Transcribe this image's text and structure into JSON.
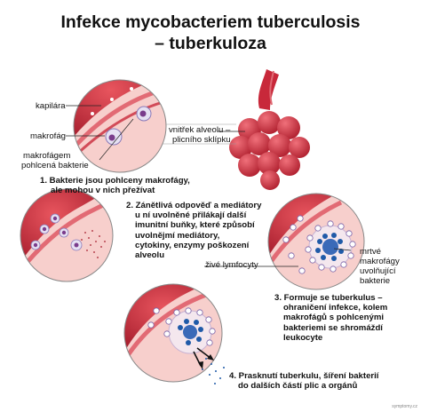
{
  "title": {
    "line1": "Infekce mycobacteriem tuberculosis",
    "line2": "– tuberkuloza"
  },
  "labels": {
    "kapilara": "kapilára",
    "makrofag": "makrofág",
    "makrofag_pohlceny_1": "makrofágem",
    "makrofag_pohlceny_2": "pohlcená bakterie",
    "vnitrek_alveolu_1": "vnitřek alveolu –",
    "vnitrek_alveolu_2": "plicního sklípku",
    "mrtve_1": "mrtvé",
    "mrtve_2": "makrofágy",
    "mrtve_3": "uvolňující",
    "mrtve_4": "bakterie",
    "zive_lymfocyty": "živé lymfocyty"
  },
  "steps": {
    "step1": [
      "1. Bakterie jsou pohlceny makrofágy,",
      "ale mohou v nich přežívat"
    ],
    "step2": [
      "2. Zánětlivá odpověď a mediátory",
      "u ní uvolněné přilákají další",
      "imunitní buňky, které způsobí",
      "uvolnějmí mediátory,",
      "cytokiny, enzymy poškození",
      "alveolu"
    ],
    "step3": [
      "3. Formuje se tuberkulus –",
      "ohraničení infekce, kolem",
      "makrofágů s pohlcenými",
      "bakteriemi se shromáždí",
      "leukocyte"
    ],
    "step4": [
      "4. Prasknutí tuberkulu, šíření bakterií",
      "do dalších částí plic a orgánů"
    ]
  },
  "watermark": "symptomy.cz",
  "colors": {
    "vessel": "#c8283a",
    "vessel_light": "#e86a74",
    "tissue": "#f6c7c4",
    "macrophage": "#7a3c8c",
    "bacteria": "#1f5aa8",
    "lymphocyte_fill": "#ffffff",
    "lymphocyte_nucleus": "#6a4c93"
  }
}
